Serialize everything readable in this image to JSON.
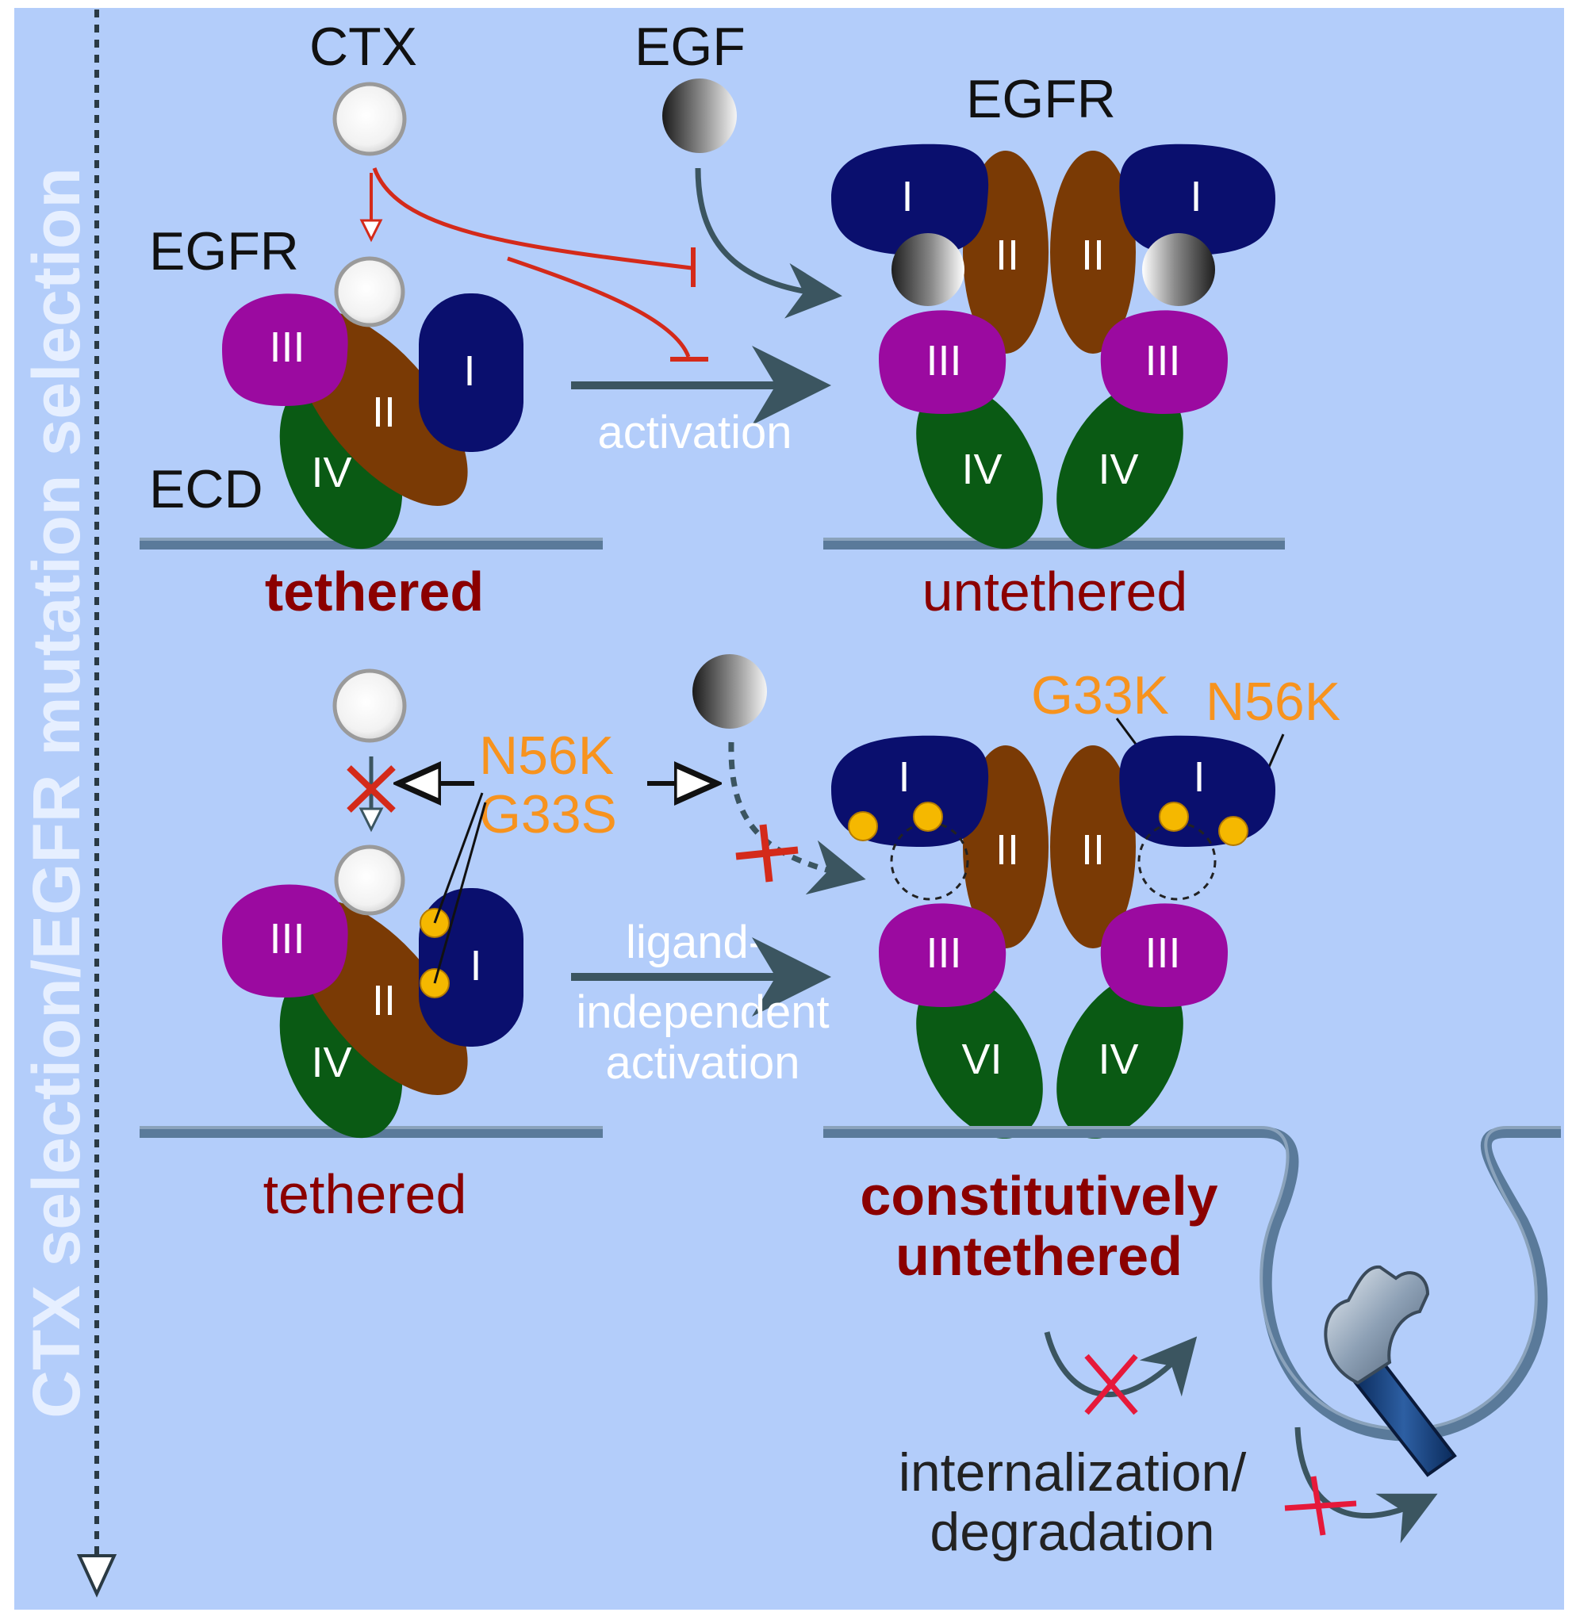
{
  "ligands": {
    "ctx": "CTX",
    "egf": "EGF"
  },
  "receptor": {
    "egfr": "EGFR",
    "ecd": "ECD"
  },
  "domains": {
    "d1": "I",
    "d2": "II",
    "d3": "III",
    "d4": "IV",
    "d4_typo": "VI"
  },
  "states": {
    "tethered_top": "tethered",
    "untethered_top": "untethered",
    "tethered_bottom": "tethered",
    "const_line1": "constitutively",
    "const_line2": "untethered"
  },
  "arrows": {
    "activation": "activation",
    "ligand_ind_1": "ligand-",
    "ligand_ind_2": "independent",
    "ligand_ind_3": "activation"
  },
  "mutations": {
    "n56k": "N56K",
    "g33s": "G33S",
    "g33k": "G33K"
  },
  "side_label": "CTX selection/EGFR mutation selection",
  "internalization": {
    "line1": "internalization/",
    "line2": "degradation"
  },
  "colors": {
    "background": "#b3cdfa",
    "domain_I": "#0a0f6e",
    "domain_II": "#7a3a05",
    "domain_III": "#9b0aa0",
    "domain_IV": "#0a5a14",
    "inhibit_red": "#d42a1a",
    "arrow_slate": "#3b5560",
    "mutation_orange": "#f7931e",
    "mutation_dot": "#f5b800",
    "state_text": "#8b0000"
  }
}
